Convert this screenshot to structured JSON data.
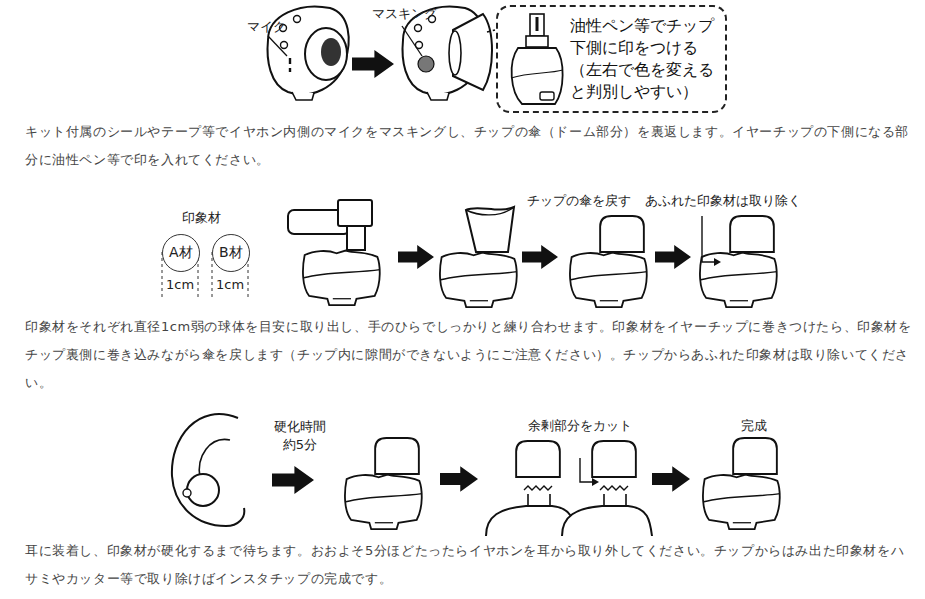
{
  "diagram": {
    "nodes": [
      {
        "text": [
          "油性ペン等でチップ 下側に印をつける （左右で色を変える と判別しやすい）"
        ]
      },
      {
        "text": [
          "A材"
        ]
      },
      {
        "text": [
          "B材"
        ]
      }
    ],
    "labels": [
      "マイク",
      "マスキング",
      "キット付属のシールやテープ等でイヤホン内側のマイクをマスキングし、チップの傘（ドーム部分）を裏返します。イヤーチップの下側になる部分に油性ペン等で印を入れてください。",
      "印象材",
      "1cm",
      "1cm",
      "チップの傘を戻す",
      "あふれた印象材は取り除く",
      "印象材をそれぞれ直径1cm弱の球体を目安に取り出し、手のひらでしっかりと練り合わせます。印象材をイヤーチップに巻きつけたら、印象材をチップ裏側に巻き込みながら傘を戻します（チップ内に隙間ができないようにご注意ください）。チップからあふれた印象材は取り除いてください。",
      "硬化時間 約5分",
      "余剰部分をカット",
      "完成",
      "耳に装着し、印象材が硬化するまで待ちます。おおよそ5分ほどたったらイヤホンを耳から取り外してください。チップからはみ出た印象材をハサミやカッター等で取り除けばインスタチップの完成です。"
    ]
  }
}
